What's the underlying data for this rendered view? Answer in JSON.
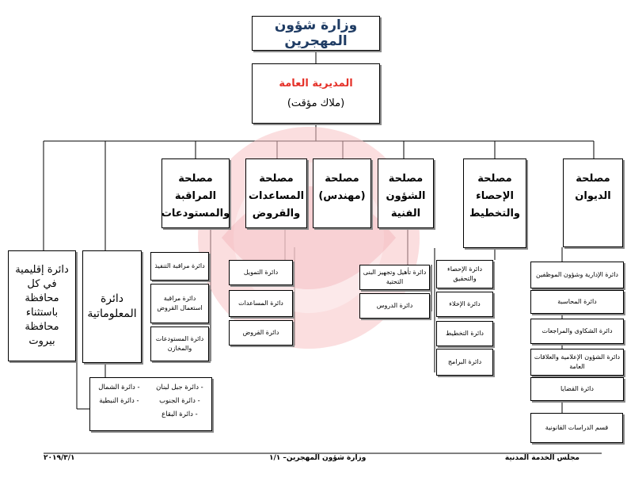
{
  "ministry": "وزارة شؤون المهجرين",
  "director_general": {
    "name": "المديرية العامة",
    "note": "(ملاك مؤقت)"
  },
  "masaleh": {
    "diwan": "مصلحة\nالديوان",
    "ihsaa": "مصلحة\nالإحصاء\nوالتخطيط",
    "fanniya": "مصلحة\nالشؤون\nالفنية",
    "muhandis": "مصلحة\n(مهندس)",
    "musaadat": "مصلحة\nالمساعدات\nوالقروض",
    "muraqaba": "مصلحة\nالمراقبة\nوالمستودعات"
  },
  "sub_units": {
    "diwan": [
      "دائرة الإدارية وشؤون الموظفين",
      "دائرة المحاسبة",
      "دائرة الشكاوى والمراجعات",
      "دائرة الشؤون الإعلامية والعلاقات العامة",
      "دائرة القضايا"
    ],
    "diwan_section": "قسم الدراسات القانونية",
    "ihsaa": [
      "دائرة الإحصاء والتحقيق",
      "دائرة الإخلاء",
      "دائرة التخطيط",
      "دائرة البرامج"
    ],
    "fanniya": [
      "دائرة تأهيل وتجهيز البنى التحتية",
      "دائرة الدروس"
    ],
    "musaadat": [
      "دائرة التمويل",
      "دائرة المساعدات",
      "دائرة القروض"
    ],
    "muraqaba": [
      "دائرة مراقبة التنفيذ",
      "دائرة مراقبة استعمال القروض",
      "دائرة المستودعات والمخازن"
    ]
  },
  "informatics": "دائرة\nالمعلوماتية",
  "regional": "دائرة إقليمية\nفي كل\nمحافظة\nباستثناء\nمحافظة\nبيروت",
  "regions": {
    "col1": [
      "- دائرة جبل لبنان",
      "- دائرة الجنوب",
      "- دائرة البقاع"
    ],
    "col2": [
      "- دائرة الشمال",
      "- دائرة النبطية"
    ]
  },
  "footer": {
    "council": "مجلس الخدمة المدنية",
    "page": "وزارة شؤون المهجرين– ١/١",
    "date": "٢٠١٩/٣/١"
  },
  "colors": {
    "title": "#1f3c64",
    "director_general": "#e5322a",
    "watermark": "#f7c2c4"
  }
}
